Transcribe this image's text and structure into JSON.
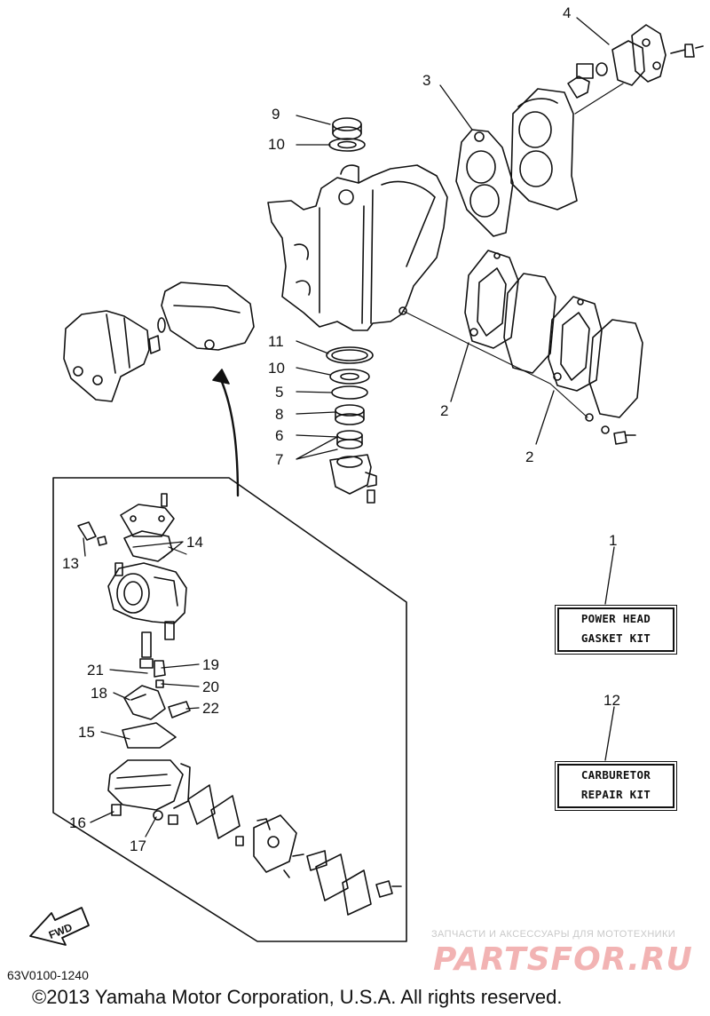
{
  "callouts": {
    "c1": "1",
    "c2a": "2",
    "c2b": "2",
    "c3": "3",
    "c4": "4",
    "c5": "5",
    "c6": "6",
    "c7": "7",
    "c8": "8",
    "c9": "9",
    "c10a": "10",
    "c10b": "10",
    "c11": "11",
    "c12": "12",
    "c13": "13",
    "c14": "14",
    "c15": "15",
    "c16": "16",
    "c17": "17",
    "c18": "18",
    "c19": "19",
    "c20": "20",
    "c21": "21",
    "c22": "22"
  },
  "kits": {
    "power_head": {
      "line1": "POWER HEAD",
      "line2": "GASKET KIT"
    },
    "carburetor": {
      "line1": "CARBURETOR",
      "line2": "REPAIR KIT"
    }
  },
  "fwd_label": "FWD",
  "catalog_number": "63V0100-1240",
  "copyright": "©2013 Yamaha Motor Corporation, U.S.A. All rights reserved.",
  "watermark": {
    "tagline": "ЗАПЧАСТИ И АКСЕССУАРЫ ДЛЯ МОТОТЕХНИКИ",
    "logo": "PARTSFOR.RU"
  },
  "colors": {
    "ink": "#111111",
    "watermark": "#f2b3b3"
  }
}
